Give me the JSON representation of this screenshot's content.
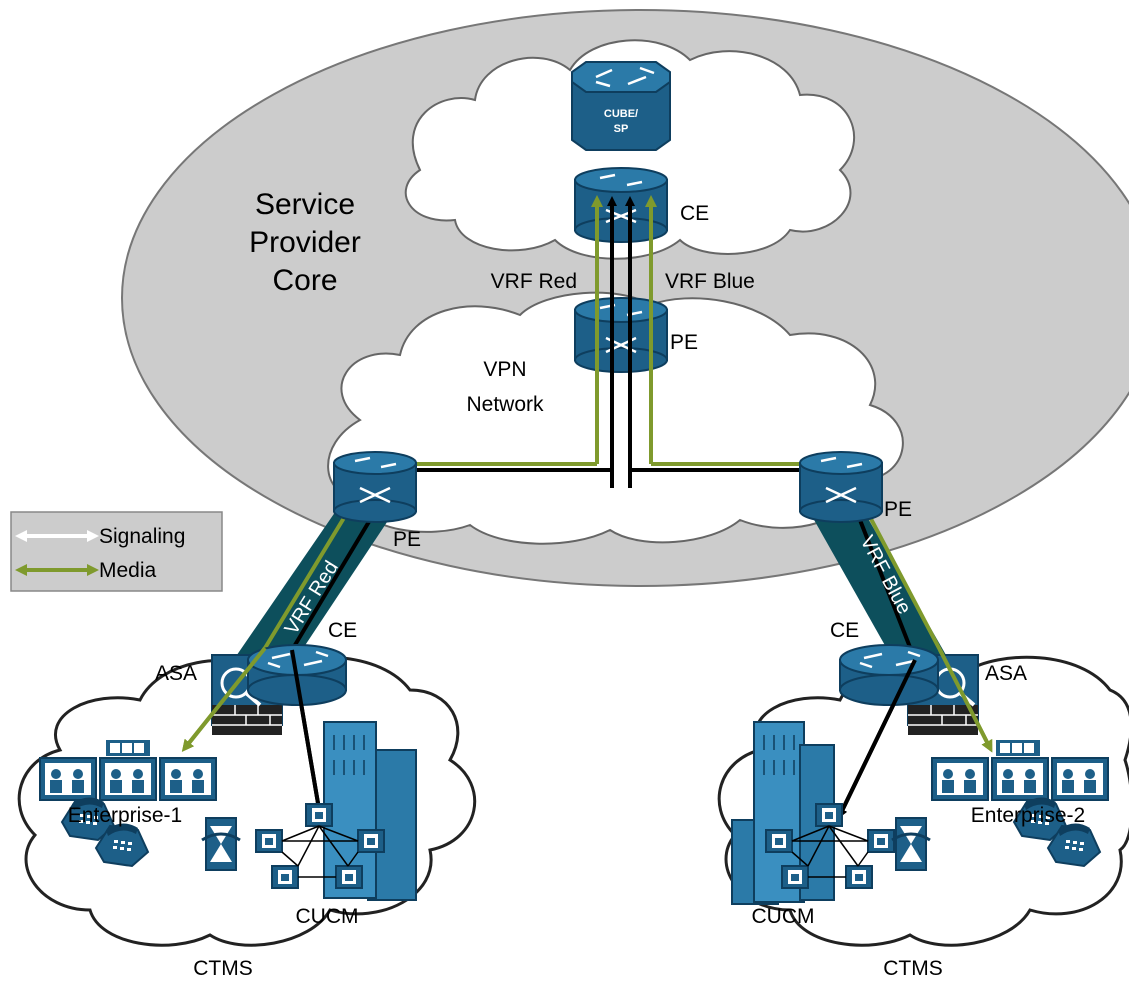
{
  "diagram": {
    "core_label_line1": "Service",
    "core_label_line2": "Provider",
    "core_label_line3": "Core",
    "vpn_label_line1": "VPN",
    "vpn_label_line2": "Network",
    "cube_label_line1": "CUBE/",
    "cube_label_line2": "SP",
    "ce_top": "CE",
    "pe_center": "PE",
    "pe_left": "PE",
    "pe_right": "PE",
    "vrf_red_top": "VRF Red",
    "vrf_blue_top": "VRF Blue",
    "vrf_red_link": "VRF Red",
    "vrf_blue_link": "VRF Blue",
    "ce_left": "CE",
    "ce_right": "CE",
    "asa_left": "ASA",
    "asa_right": "ASA",
    "enterprise_left": "Enterprise-1",
    "enterprise_right": "Enterprise-2",
    "cucm_left": "CUCM",
    "cucm_right": "CUCM",
    "ctms_left": "CTMS",
    "ctms_right": "CTMS"
  },
  "legend": {
    "signaling": "Signaling",
    "media": "Media"
  },
  "colors": {
    "core_fill": "#cccccc",
    "device_blue": "#1d5f88",
    "device_dark": "#0e3e5e",
    "media_green": "#7f9a2d",
    "signaling_black": "#000000",
    "vrf_link_dark": "#0d4f5c"
  }
}
